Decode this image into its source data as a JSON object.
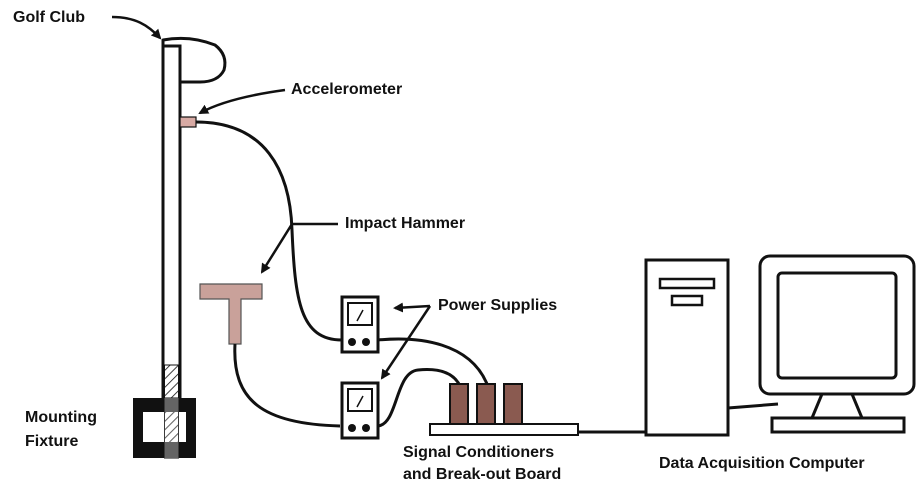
{
  "labels": {
    "golf_club": "Golf Club",
    "accelerometer": "Accelerometer",
    "impact_hammer": "Impact Hammer",
    "power_supplies": "Power Supplies",
    "mounting_line1": "Mounting",
    "mounting_line2": "Fixture",
    "signal_line1": "Signal Conditioners",
    "signal_line2": "and Break-out Board",
    "daq_computer": "Data Acquisition Computer"
  },
  "colors": {
    "line": "#111111",
    "hammer": "#c9a19a",
    "accelerometer": "#d8aaa4",
    "conditioner": "#8a5a50",
    "screen": "#ffffff"
  }
}
